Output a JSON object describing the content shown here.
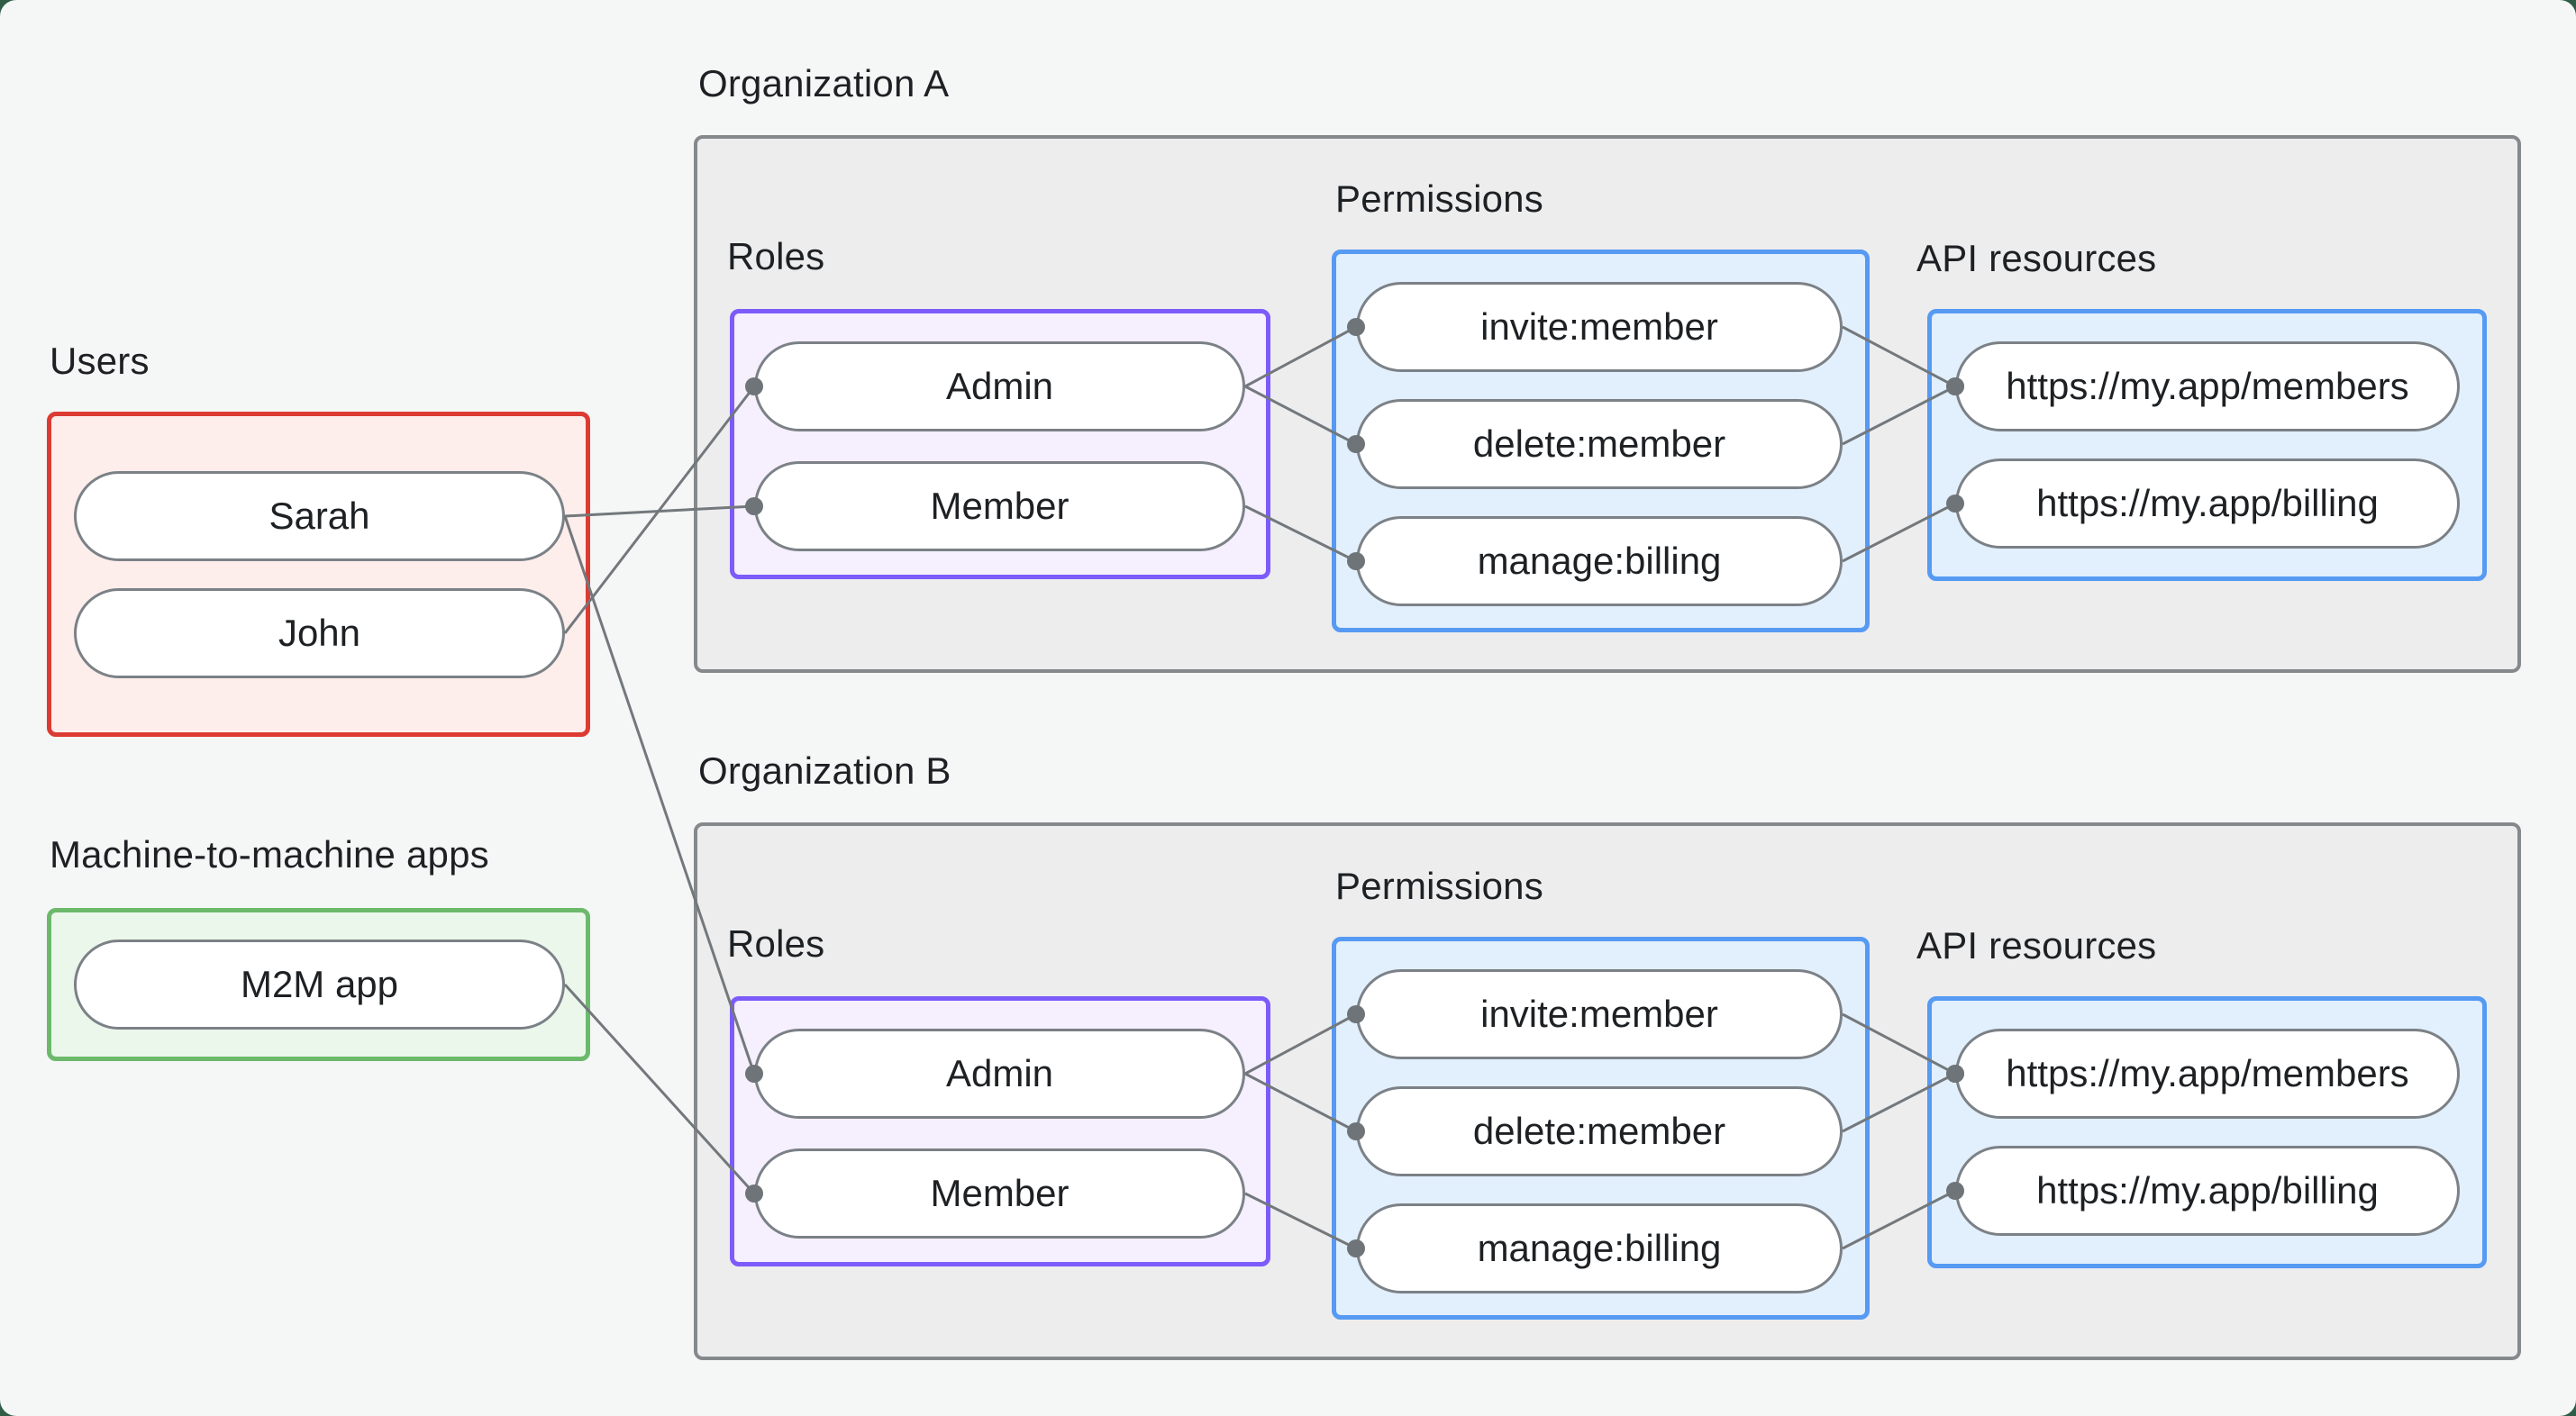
{
  "page": {
    "background": "#f5f7f6",
    "corner_color": "#2f5d46"
  },
  "colors": {
    "users_border": "#dc3b33",
    "users_fill": "#fdeeec",
    "m2m_border": "#6cb96c",
    "m2m_fill": "#ecf7ec",
    "roles_border": "#7c5bfa",
    "roles_fill": "#f5effe",
    "blue_border": "#569af3",
    "blue_fill": "#e2effc",
    "org_border": "#85898c",
    "org_fill": "#ededee",
    "pill_border": "#7b8186",
    "wire": "#73787c",
    "dot": "#6e7478",
    "text": "#1e2124"
  },
  "groups": {
    "users": {
      "label": "Users",
      "items": [
        "Sarah",
        "John"
      ]
    },
    "m2m": {
      "label": "Machine-to-machine apps",
      "items": [
        "M2M app"
      ]
    }
  },
  "org_a": {
    "title": "Organization A",
    "roles": {
      "label": "Roles",
      "items": [
        "Admin",
        "Member"
      ]
    },
    "permissions": {
      "label": "Permissions",
      "items": [
        "invite:member",
        "delete:member",
        "manage:billing"
      ]
    },
    "api": {
      "label": "API resources",
      "items": [
        "https://my.app/members",
        "https://my.app/billing"
      ]
    }
  },
  "org_b": {
    "title": "Organization B",
    "roles": {
      "label": "Roles",
      "items": [
        "Admin",
        "Member"
      ]
    },
    "permissions": {
      "label": "Permissions",
      "items": [
        "invite:member",
        "delete:member",
        "manage:billing"
      ]
    },
    "api": {
      "label": "API resources",
      "items": [
        "https://my.app/members",
        "https://my.app/billing"
      ]
    }
  },
  "edges": [
    {
      "from": "sarah",
      "to": "a-member"
    },
    {
      "from": "john",
      "to": "a-admin"
    },
    {
      "from": "sarah",
      "to": "b-admin"
    },
    {
      "from": "m2m",
      "to": "b-member"
    },
    {
      "from": "a-admin",
      "to": "a-invite"
    },
    {
      "from": "a-admin",
      "to": "a-delete"
    },
    {
      "from": "a-member",
      "to": "a-manage"
    },
    {
      "from": "a-invite",
      "to": "a-members"
    },
    {
      "from": "a-delete",
      "to": "a-members"
    },
    {
      "from": "a-manage",
      "to": "a-billing"
    },
    {
      "from": "b-admin",
      "to": "b-invite"
    },
    {
      "from": "b-admin",
      "to": "b-delete"
    },
    {
      "from": "b-member",
      "to": "b-manage"
    },
    {
      "from": "b-invite",
      "to": "b-members"
    },
    {
      "from": "b-delete",
      "to": "b-members"
    },
    {
      "from": "b-manage",
      "to": "b-billing"
    }
  ]
}
